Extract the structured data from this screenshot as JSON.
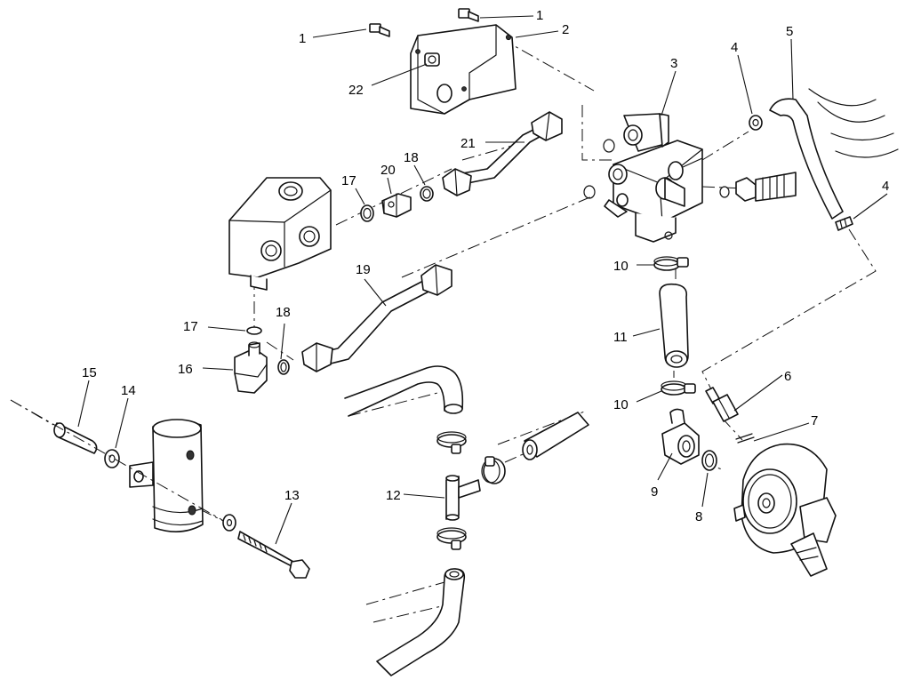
{
  "callouts": [
    {
      "id": "c1a",
      "text": "1"
    },
    {
      "id": "c1b",
      "text": "1"
    },
    {
      "id": "c2",
      "text": "2"
    },
    {
      "id": "c3",
      "text": "3"
    },
    {
      "id": "c4a",
      "text": "4"
    },
    {
      "id": "c4b",
      "text": "4"
    },
    {
      "id": "c5",
      "text": "5"
    },
    {
      "id": "c6",
      "text": "6"
    },
    {
      "id": "c7",
      "text": "7"
    },
    {
      "id": "c8",
      "text": "8"
    },
    {
      "id": "c9",
      "text": "9"
    },
    {
      "id": "c10a",
      "text": "10"
    },
    {
      "id": "c10b",
      "text": "10"
    },
    {
      "id": "c11",
      "text": "11"
    },
    {
      "id": "c12",
      "text": "12"
    },
    {
      "id": "c13",
      "text": "13"
    },
    {
      "id": "c14",
      "text": "14"
    },
    {
      "id": "c15",
      "text": "15"
    },
    {
      "id": "c16",
      "text": "16"
    },
    {
      "id": "c17a",
      "text": "17"
    },
    {
      "id": "c17b",
      "text": "17"
    },
    {
      "id": "c18a",
      "text": "18"
    },
    {
      "id": "c18b",
      "text": "18"
    },
    {
      "id": "c19",
      "text": "19"
    },
    {
      "id": "c20",
      "text": "20"
    },
    {
      "id": "c21",
      "text": "21"
    },
    {
      "id": "c22",
      "text": "22"
    }
  ]
}
